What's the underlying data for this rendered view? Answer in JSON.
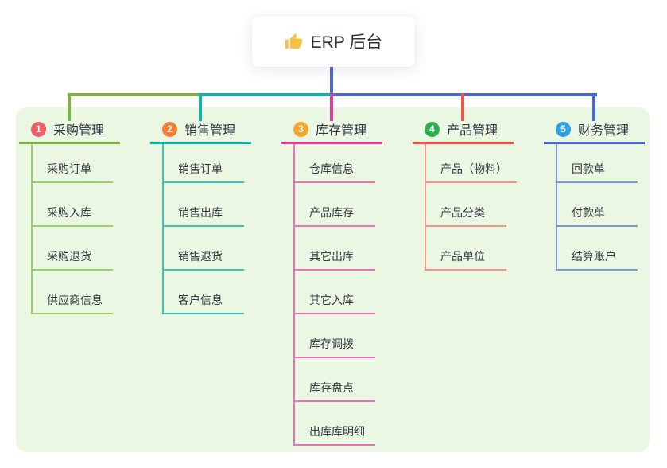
{
  "root": {
    "label": "ERP 后台",
    "icon": "thumbs-up-icon",
    "icon_color": "#f6c443",
    "stem_color": "#4a66d6",
    "bg_color": "#ffffff"
  },
  "panel": {
    "bg_color": "#eaf7e3"
  },
  "text_color": "#2e3340",
  "branches": [
    {
      "number": "1",
      "label": "采购管理",
      "badge_color": "#f15f66",
      "line_color": "#7cb43d",
      "child_line_color": "#9ecf6d",
      "children": [
        "采购订单",
        "采购入库",
        "采购退货",
        "供应商信息"
      ]
    },
    {
      "number": "2",
      "label": "销售管理",
      "badge_color": "#f57e35",
      "line_color": "#13b2a4",
      "child_line_color": "#3fc0b3",
      "children": [
        "销售订单",
        "销售出库",
        "销售退货",
        "客户信息"
      ]
    },
    {
      "number": "3",
      "label": "库存管理",
      "badge_color": "#f5a62b",
      "line_color": "#e23a9d",
      "child_line_color": "#f070b7",
      "children": [
        "仓库信息",
        "产品库存",
        "其它出库",
        "其它入库",
        "库存调拨",
        "库存盘点",
        "出库库明细"
      ]
    },
    {
      "number": "4",
      "label": "产品管理",
      "badge_color": "#2fad52",
      "line_color": "#f0544f",
      "child_line_color": "#f5928c",
      "children": [
        "产品（物料）",
        "产品分类",
        "产品单位"
      ]
    },
    {
      "number": "5",
      "label": "财务管理",
      "badge_color": "#2ba0ea",
      "line_color": "#4a66d6",
      "child_line_color": "#7e97d8",
      "children": [
        "回款单",
        "付款单",
        "结算账户"
      ]
    }
  ]
}
